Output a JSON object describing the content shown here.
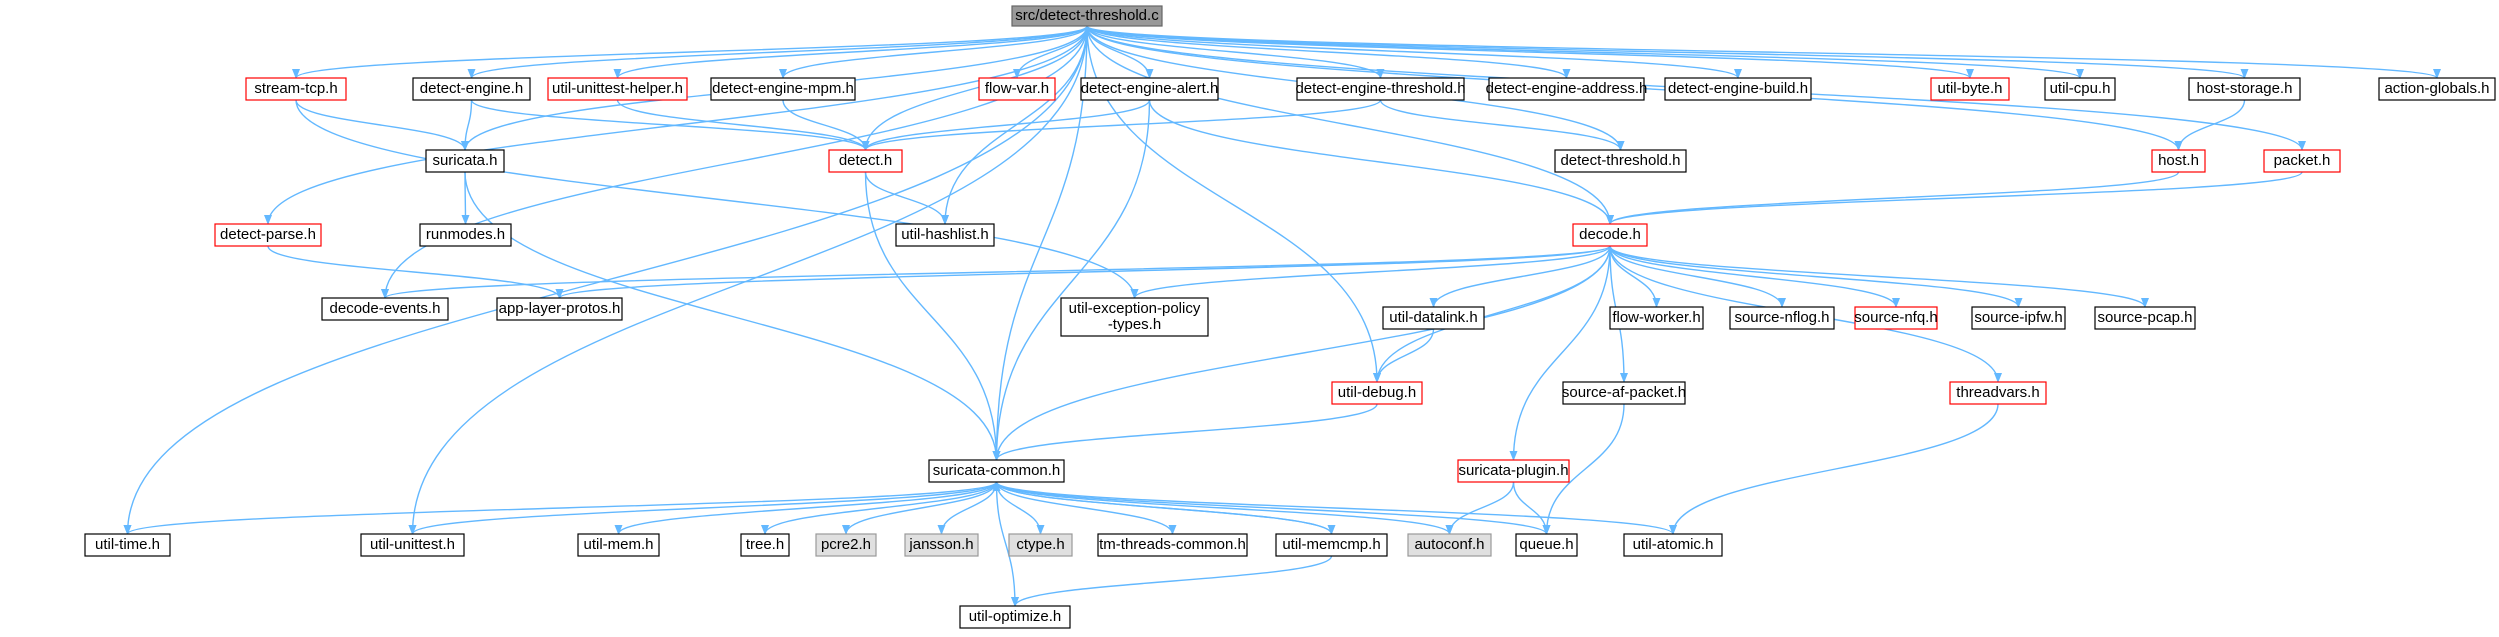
{
  "colors": {
    "edge": "#63b8ff",
    "root_fill": "#999999",
    "normal_border": "#000000",
    "incomplete_border": "#ff0000",
    "system_fill": "#e0e0e0",
    "system_border": "#999999"
  },
  "nodes": [
    {
      "id": "root",
      "label": "src/detect-threshold.c",
      "style": "root"
    },
    {
      "id": "stream_tcp",
      "label": "stream-tcp.h",
      "style": "incomplete"
    },
    {
      "id": "detect_engine",
      "label": "detect-engine.h",
      "style": "normal"
    },
    {
      "id": "util_unittest_helper",
      "label": "util-unittest-helper.h",
      "style": "incomplete"
    },
    {
      "id": "detect_engine_mpm",
      "label": "detect-engine-mpm.h",
      "style": "normal"
    },
    {
      "id": "flow_var",
      "label": "flow-var.h",
      "style": "incomplete"
    },
    {
      "id": "detect_engine_alert",
      "label": "detect-engine-alert.h",
      "style": "normal"
    },
    {
      "id": "detect_engine_threshold",
      "label": "detect-engine-threshold.h",
      "style": "normal"
    },
    {
      "id": "detect_engine_address",
      "label": "detect-engine-address.h",
      "style": "normal"
    },
    {
      "id": "detect_engine_build",
      "label": "detect-engine-build.h",
      "style": "normal"
    },
    {
      "id": "util_byte",
      "label": "util-byte.h",
      "style": "incomplete"
    },
    {
      "id": "util_cpu",
      "label": "util-cpu.h",
      "style": "normal"
    },
    {
      "id": "host_storage",
      "label": "host-storage.h",
      "style": "normal"
    },
    {
      "id": "action_globals",
      "label": "action-globals.h",
      "style": "normal"
    },
    {
      "id": "suricata",
      "label": "suricata.h",
      "style": "normal"
    },
    {
      "id": "detect",
      "label": "detect.h",
      "style": "incomplete"
    },
    {
      "id": "detect_threshold",
      "label": "detect-threshold.h",
      "style": "normal"
    },
    {
      "id": "host",
      "label": "host.h",
      "style": "incomplete"
    },
    {
      "id": "packet",
      "label": "packet.h",
      "style": "incomplete"
    },
    {
      "id": "runmodes",
      "label": "runmodes.h",
      "style": "normal"
    },
    {
      "id": "detect_parse",
      "label": "detect-parse.h",
      "style": "incomplete"
    },
    {
      "id": "util_hashlist",
      "label": "util-hashlist.h",
      "style": "normal"
    },
    {
      "id": "decode",
      "label": "decode.h",
      "style": "incomplete"
    },
    {
      "id": "decode_events",
      "label": "decode-events.h",
      "style": "normal"
    },
    {
      "id": "app_layer_protos",
      "label": "app-layer-protos.h",
      "style": "normal"
    },
    {
      "id": "util_exception_policy",
      "label": "util-exception-policy\n-types.h",
      "style": "normal"
    },
    {
      "id": "util_datalink",
      "label": "util-datalink.h",
      "style": "normal"
    },
    {
      "id": "flow_worker",
      "label": "flow-worker.h",
      "style": "normal"
    },
    {
      "id": "source_nflog",
      "label": "source-nflog.h",
      "style": "normal"
    },
    {
      "id": "source_nfq",
      "label": "source-nfq.h",
      "style": "incomplete"
    },
    {
      "id": "source_ipfw",
      "label": "source-ipfw.h",
      "style": "normal"
    },
    {
      "id": "source_pcap",
      "label": "source-pcap.h",
      "style": "normal"
    },
    {
      "id": "util_debug",
      "label": "util-debug.h",
      "style": "incomplete"
    },
    {
      "id": "source_af_packet",
      "label": "source-af-packet.h",
      "style": "normal"
    },
    {
      "id": "threadvars",
      "label": "threadvars.h",
      "style": "incomplete"
    },
    {
      "id": "suricata_plugin",
      "label": "suricata-plugin.h",
      "style": "incomplete"
    },
    {
      "id": "suricata_common",
      "label": "suricata-common.h",
      "style": "normal"
    },
    {
      "id": "util_time",
      "label": "util-time.h",
      "style": "normal"
    },
    {
      "id": "util_unittest",
      "label": "util-unittest.h",
      "style": "normal"
    },
    {
      "id": "util_mem",
      "label": "util-mem.h",
      "style": "normal"
    },
    {
      "id": "tree",
      "label": "tree.h",
      "style": "normal"
    },
    {
      "id": "pcre2",
      "label": "pcre2.h",
      "style": "system"
    },
    {
      "id": "jansson",
      "label": "jansson.h",
      "style": "system"
    },
    {
      "id": "ctype",
      "label": "ctype.h",
      "style": "system"
    },
    {
      "id": "tm_threads_common",
      "label": "tm-threads-common.h",
      "style": "normal"
    },
    {
      "id": "util_memcmp",
      "label": "util-memcmp.h",
      "style": "normal"
    },
    {
      "id": "autoconf",
      "label": "autoconf.h",
      "style": "system"
    },
    {
      "id": "queue",
      "label": "queue.h",
      "style": "normal"
    },
    {
      "id": "util_atomic",
      "label": "util-atomic.h",
      "style": "normal"
    },
    {
      "id": "util_optimize",
      "label": "util-optimize.h",
      "style": "normal"
    }
  ],
  "edges": [
    [
      "root",
      "stream_tcp"
    ],
    [
      "root",
      "detect_engine"
    ],
    [
      "root",
      "util_unittest_helper"
    ],
    [
      "root",
      "detect_engine_mpm"
    ],
    [
      "root",
      "flow_var"
    ],
    [
      "root",
      "detect_engine_alert"
    ],
    [
      "root",
      "detect_engine_threshold"
    ],
    [
      "root",
      "detect_engine_address"
    ],
    [
      "root",
      "detect_engine_build"
    ],
    [
      "root",
      "util_byte"
    ],
    [
      "root",
      "util_cpu"
    ],
    [
      "root",
      "host_storage"
    ],
    [
      "root",
      "action_globals"
    ],
    [
      "root",
      "suricata"
    ],
    [
      "root",
      "detect"
    ],
    [
      "root",
      "detect_threshold"
    ],
    [
      "root",
      "host"
    ],
    [
      "root",
      "packet"
    ],
    [
      "root",
      "detect_parse"
    ],
    [
      "root",
      "util_hashlist"
    ],
    [
      "root",
      "decode"
    ],
    [
      "root",
      "decode_events"
    ],
    [
      "root",
      "util_debug"
    ],
    [
      "root",
      "suricata_common"
    ],
    [
      "root",
      "util_time"
    ],
    [
      "root",
      "util_unittest"
    ],
    [
      "stream_tcp",
      "suricata"
    ],
    [
      "stream_tcp",
      "util_exception_policy"
    ],
    [
      "detect_engine",
      "suricata"
    ],
    [
      "detect_engine",
      "detect"
    ],
    [
      "util_unittest_helper",
      "detect"
    ],
    [
      "detect_engine_mpm",
      "detect"
    ],
    [
      "detect_engine_alert",
      "detect"
    ],
    [
      "detect_engine_alert",
      "suricata_common"
    ],
    [
      "detect_engine_alert",
      "decode"
    ],
    [
      "detect_engine_threshold",
      "detect"
    ],
    [
      "detect_engine_threshold",
      "detect_threshold"
    ],
    [
      "host_storage",
      "host"
    ],
    [
      "host",
      "decode"
    ],
    [
      "packet",
      "decode"
    ],
    [
      "suricata",
      "runmodes"
    ],
    [
      "suricata",
      "suricata_common"
    ],
    [
      "detect",
      "util_hashlist"
    ],
    [
      "detect",
      "suricata_common"
    ],
    [
      "detect_parse",
      "app_layer_protos"
    ],
    [
      "decode",
      "decode_events"
    ],
    [
      "decode",
      "app_layer_protos"
    ],
    [
      "decode",
      "util_exception_policy"
    ],
    [
      "decode",
      "util_datalink"
    ],
    [
      "decode",
      "flow_worker"
    ],
    [
      "decode",
      "source_nflog"
    ],
    [
      "decode",
      "source_nfq"
    ],
    [
      "decode",
      "source_ipfw"
    ],
    [
      "decode",
      "source_pcap"
    ],
    [
      "decode",
      "util_debug"
    ],
    [
      "decode",
      "source_af_packet"
    ],
    [
      "decode",
      "threadvars"
    ],
    [
      "decode",
      "suricata_plugin"
    ],
    [
      "decode",
      "suricata_common"
    ],
    [
      "util_datalink",
      "util_debug"
    ],
    [
      "util_debug",
      "suricata_common"
    ],
    [
      "source_af_packet",
      "queue"
    ],
    [
      "threadvars",
      "util_atomic"
    ],
    [
      "suricata_plugin",
      "autoconf"
    ],
    [
      "suricata_plugin",
      "queue"
    ],
    [
      "suricata_common",
      "util_time"
    ],
    [
      "suricata_common",
      "util_unittest"
    ],
    [
      "suricata_common",
      "util_mem"
    ],
    [
      "suricata_common",
      "tree"
    ],
    [
      "suricata_common",
      "pcre2"
    ],
    [
      "suricata_common",
      "jansson"
    ],
    [
      "suricata_common",
      "ctype"
    ],
    [
      "suricata_common",
      "tm_threads_common"
    ],
    [
      "suricata_common",
      "util_memcmp"
    ],
    [
      "suricata_common",
      "autoconf"
    ],
    [
      "suricata_common",
      "queue"
    ],
    [
      "suricata_common",
      "util_atomic"
    ],
    [
      "suricata_common",
      "util_optimize"
    ],
    [
      "util_memcmp",
      "suricata_common"
    ],
    [
      "util_memcmp",
      "util_optimize"
    ]
  ]
}
